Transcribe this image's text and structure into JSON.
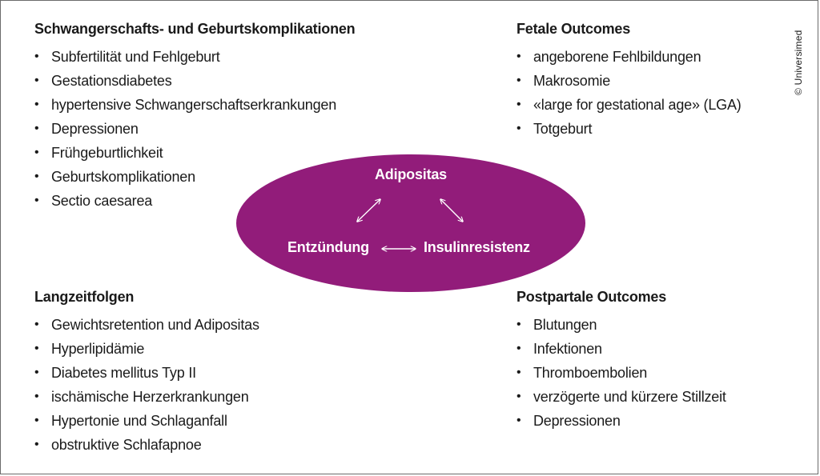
{
  "colors": {
    "ellipse": "#921c7a",
    "text": "#1a1a1a",
    "border": "#6b6b6b"
  },
  "copyright": "© Universimed",
  "center": {
    "top": "Adipositas",
    "left": "Entzündung",
    "right": "Insulinresistenz"
  },
  "quadrants": {
    "top_left": {
      "title": "Schwangerschafts- und Geburtskomplikationen",
      "items": [
        "Subfertilität und Fehlgeburt",
        "Gestationsdiabetes",
        "hypertensive Schwangerschaftserkrankungen",
        "Depressionen",
        "Frühgeburtlichkeit",
        "Geburtskomplikationen",
        "Sectio caesarea"
      ]
    },
    "top_right": {
      "title": "Fetale Outcomes",
      "items": [
        "angeborene Fehlbildungen",
        "Makrosomie",
        "«large for gestational age» (LGA)",
        "Totgeburt"
      ]
    },
    "bottom_left": {
      "title": "Langzeitfolgen",
      "items": [
        "Gewichtsretention und Adipositas",
        "Hyperlipidämie",
        "Diabetes mellitus Typ II",
        "ischämische Herzerkrankungen",
        "Hypertonie und Schlaganfall",
        "obstruktive Schlafapnoe"
      ]
    },
    "bottom_right": {
      "title": "Postpartale Outcomes",
      "items": [
        "Blutungen",
        "Infektionen",
        "Thromboembolien",
        "verzögerte und kürzere Stillzeit",
        "Depressionen"
      ]
    }
  }
}
